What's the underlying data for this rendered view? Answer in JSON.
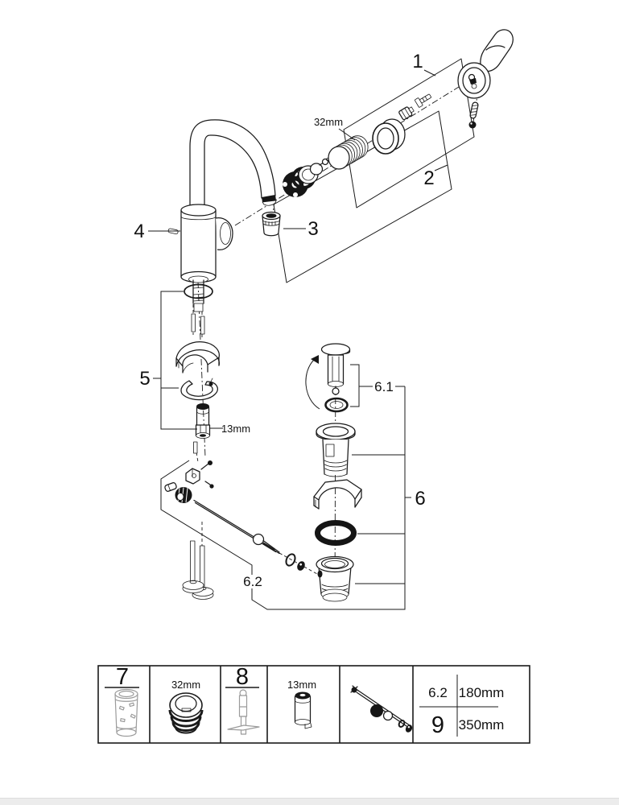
{
  "diagram": {
    "callouts": {
      "handle_group": "1",
      "cartridge_group": "2",
      "aerator": "3",
      "body": "4",
      "mounting_group": "5",
      "drain_group": "6",
      "stopper_group": "6.1",
      "rod_group": "6.2"
    },
    "dimensions": {
      "cartridge_nut": "32mm",
      "mounting_nut": "13mm"
    }
  },
  "parts_table": {
    "sleeve_tool_label": "7",
    "ring_tool_size": "32mm",
    "t_wrench_label": "8",
    "socket_size": "13mm",
    "rod_variants": [
      {
        "id": "6.2",
        "length": "180mm"
      },
      {
        "id": "9",
        "length": "350mm"
      }
    ]
  },
  "colors": {
    "line": "#1a1a1a",
    "tool_gray": "#9b9b9b",
    "footer_strip": "#ececec"
  }
}
